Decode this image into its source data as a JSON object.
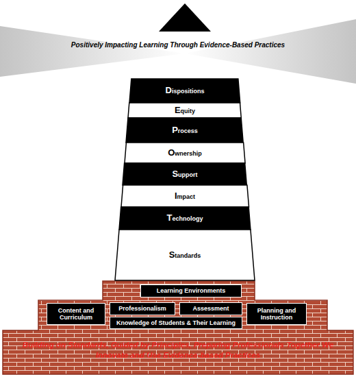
{
  "diagram": {
    "nodes": [
      {
        "text": [
          "Dispositions"
        ]
      },
      {
        "text": [
          "Equity"
        ]
      },
      {
        "text": [
          "Process"
        ]
      },
      {
        "text": [
          "Ownership"
        ]
      },
      {
        "text": [
          "Support"
        ]
      },
      {
        "text": [
          "Impact"
        ]
      },
      {
        "text": [
          "Technology"
        ]
      },
      {
        "text": [
          "Standards"
        ]
      },
      {
        "text": [
          "Learning Environments"
        ]
      },
      {
        "text": [
          "Content and Curriculum"
        ]
      },
      {
        "text": [
          "Professionalism"
        ]
      },
      {
        "text": [
          "Assessment"
        ]
      },
      {
        "text": [
          "Planning and Instruction"
        ]
      },
      {
        "text": [
          "Knowledge of Students & Their Learning"
        ]
      },
      {
        "text": [
          "Building on Standards, Guided by Principles, Preparing Professionals Together We Innovate and Use Evidence-based Practices"
        ]
      }
    ],
    "labels": [
      "Positively Impacting Learning Through Evidence-Based Practices"
    ]
  }
}
